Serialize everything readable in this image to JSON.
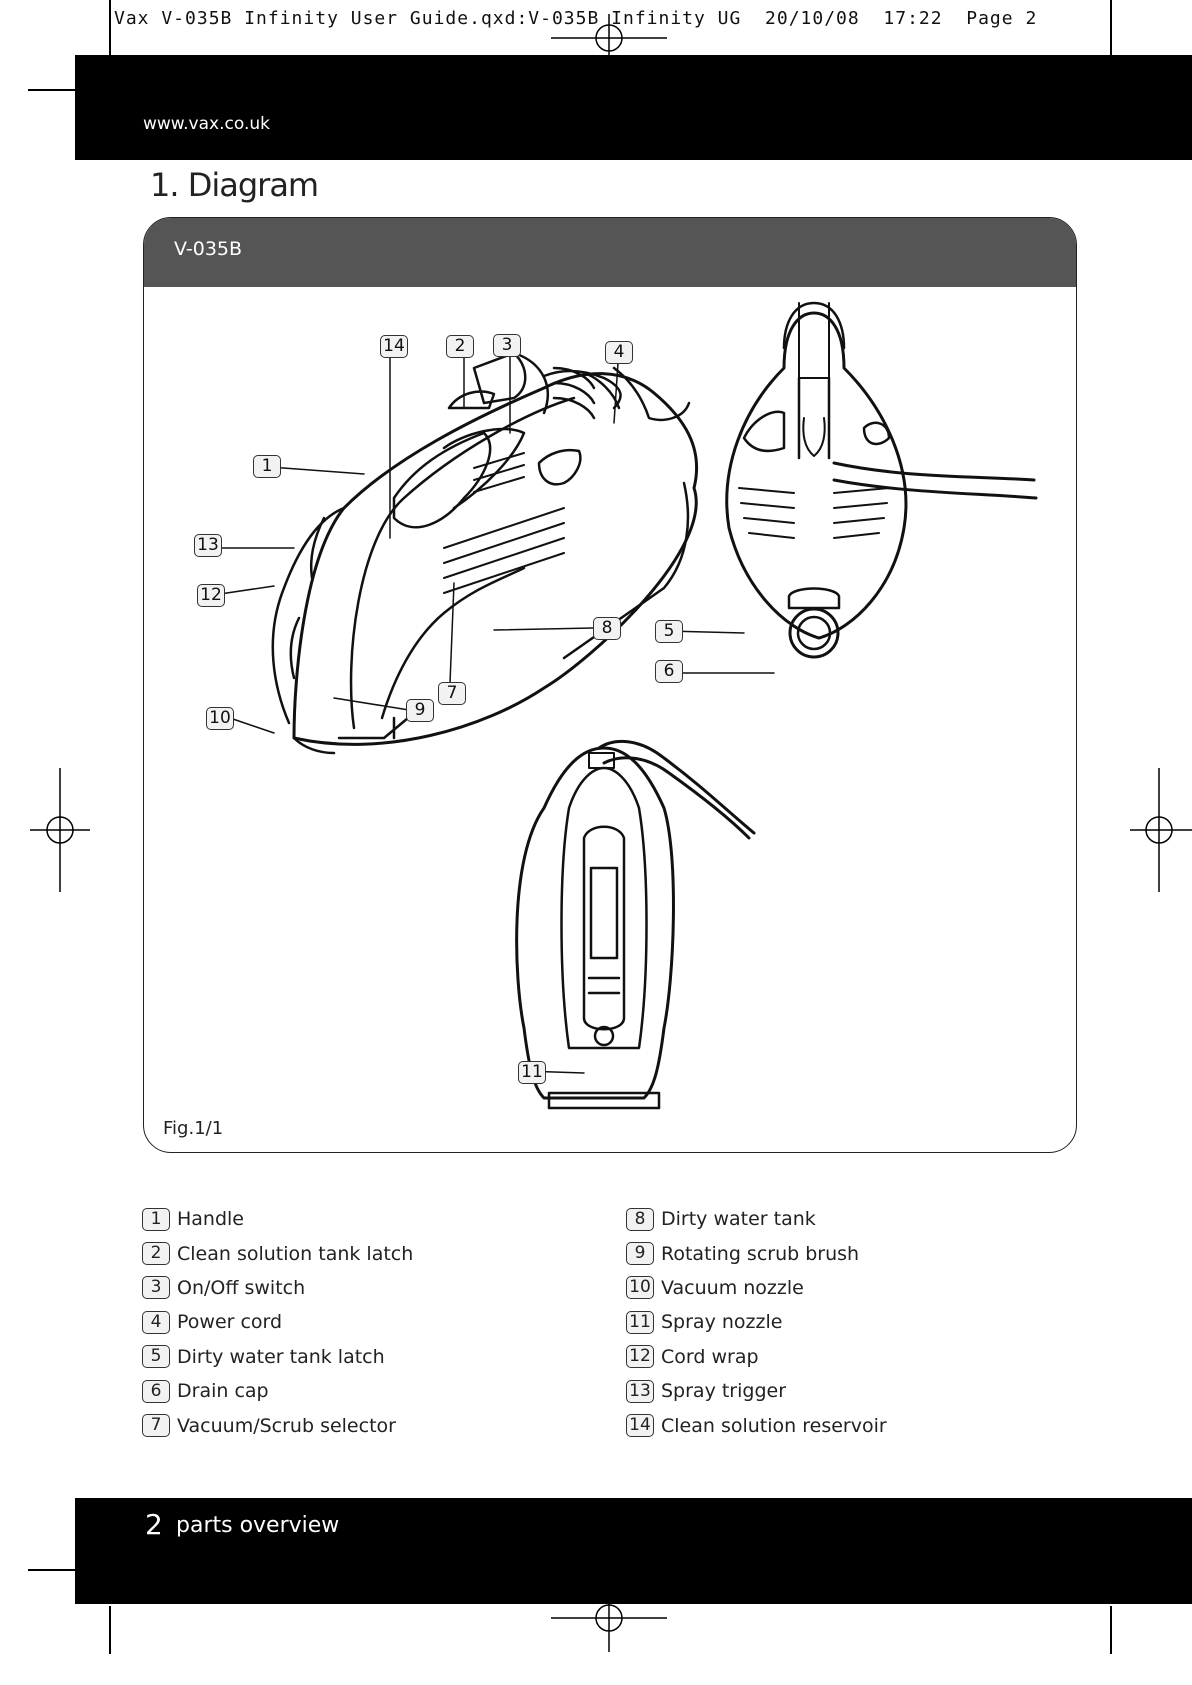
{
  "slug_line": "Vax V-035B Infinity User Guide.qxd:V-035B Infinity UG  20/10/08  17:22  Page 2",
  "header": {
    "url": "www.vax.co.uk"
  },
  "section_title": "1. Diagram",
  "panel": {
    "model": "V-035B",
    "figure_caption": "Fig.1/1",
    "callouts": [
      "1",
      "2",
      "3",
      "4",
      "5",
      "6",
      "7",
      "8",
      "9",
      "10",
      "11",
      "12",
      "13",
      "14"
    ]
  },
  "parts_left": [
    {
      "num": "1",
      "label": "Handle"
    },
    {
      "num": "2",
      "label": "Clean solution tank latch"
    },
    {
      "num": "3",
      "label": "On/Off switch"
    },
    {
      "num": "4",
      "label": "Power cord"
    },
    {
      "num": "5",
      "label": "Dirty water tank latch"
    },
    {
      "num": "6",
      "label": "Drain cap"
    },
    {
      "num": "7",
      "label": "Vacuum/Scrub selector"
    }
  ],
  "parts_right": [
    {
      "num": "8",
      "label": "Dirty water tank"
    },
    {
      "num": "9",
      "label": "Rotating scrub brush"
    },
    {
      "num": "10",
      "label": "Vacuum nozzle"
    },
    {
      "num": "11",
      "label": "Spray nozzle"
    },
    {
      "num": "12",
      "label": "Cord wrap"
    },
    {
      "num": "13",
      "label": "Spray trigger"
    },
    {
      "num": "14",
      "label": "Clean solution reservoir"
    }
  ],
  "footer": {
    "page_number": "2",
    "section": "parts overview"
  }
}
